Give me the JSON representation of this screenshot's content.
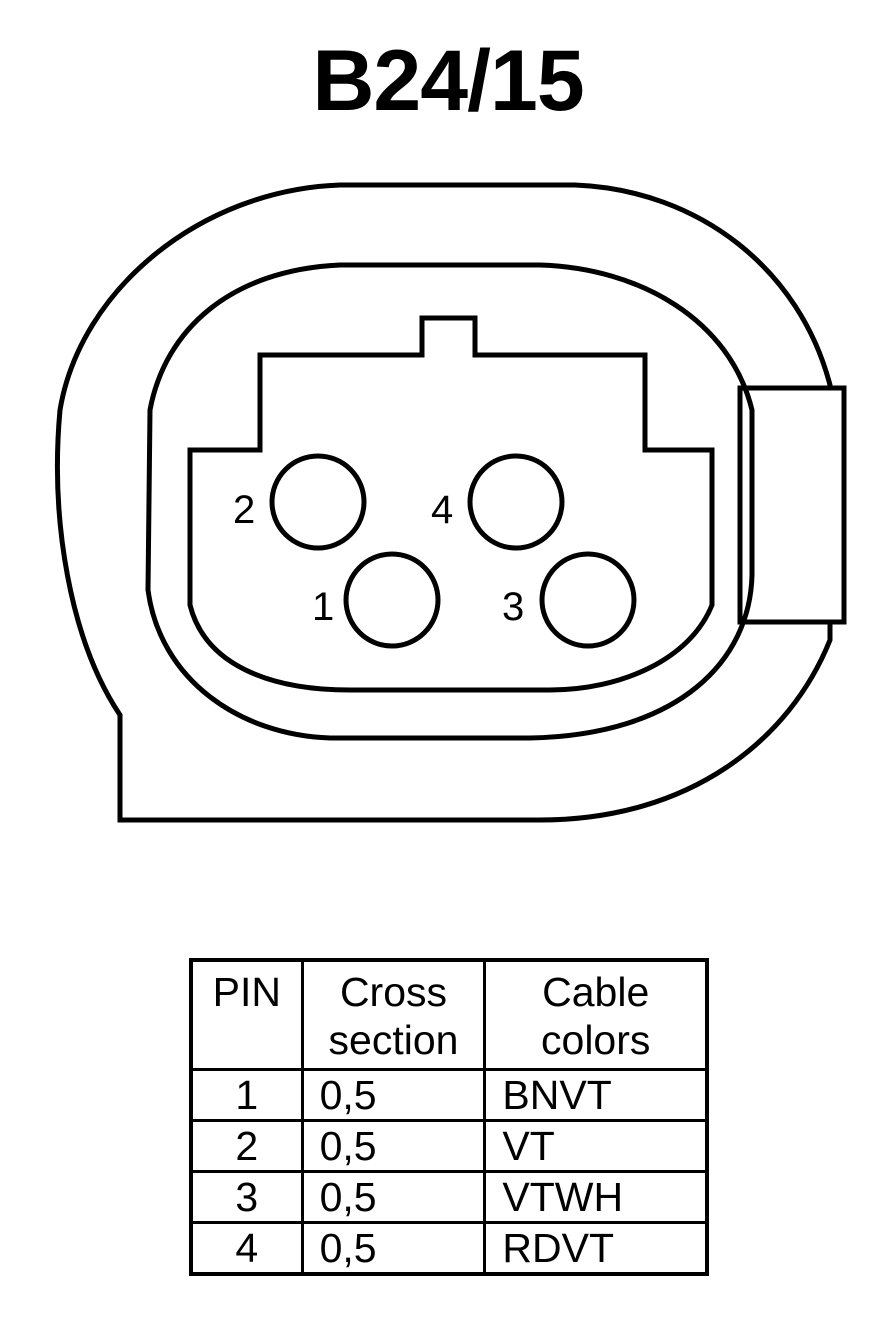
{
  "title": "B24/15",
  "pins": [
    {
      "label": "1"
    },
    {
      "label": "2"
    },
    {
      "label": "3"
    },
    {
      "label": "4"
    }
  ],
  "table": {
    "headers": {
      "pin": "PIN",
      "cross_section_line1": "Cross",
      "cross_section_line2": "section",
      "cable_colors_line1": "Cable",
      "cable_colors_line2": "colors"
    },
    "rows": [
      {
        "pin": "1",
        "cross_section": "0,5",
        "cable_color": "BNVT"
      },
      {
        "pin": "2",
        "cross_section": "0,5",
        "cable_color": "VT"
      },
      {
        "pin": "3",
        "cross_section": "0,5",
        "cable_color": "VTWH"
      },
      {
        "pin": "4",
        "cross_section": "0,5",
        "cable_color": "RDVT"
      }
    ]
  }
}
